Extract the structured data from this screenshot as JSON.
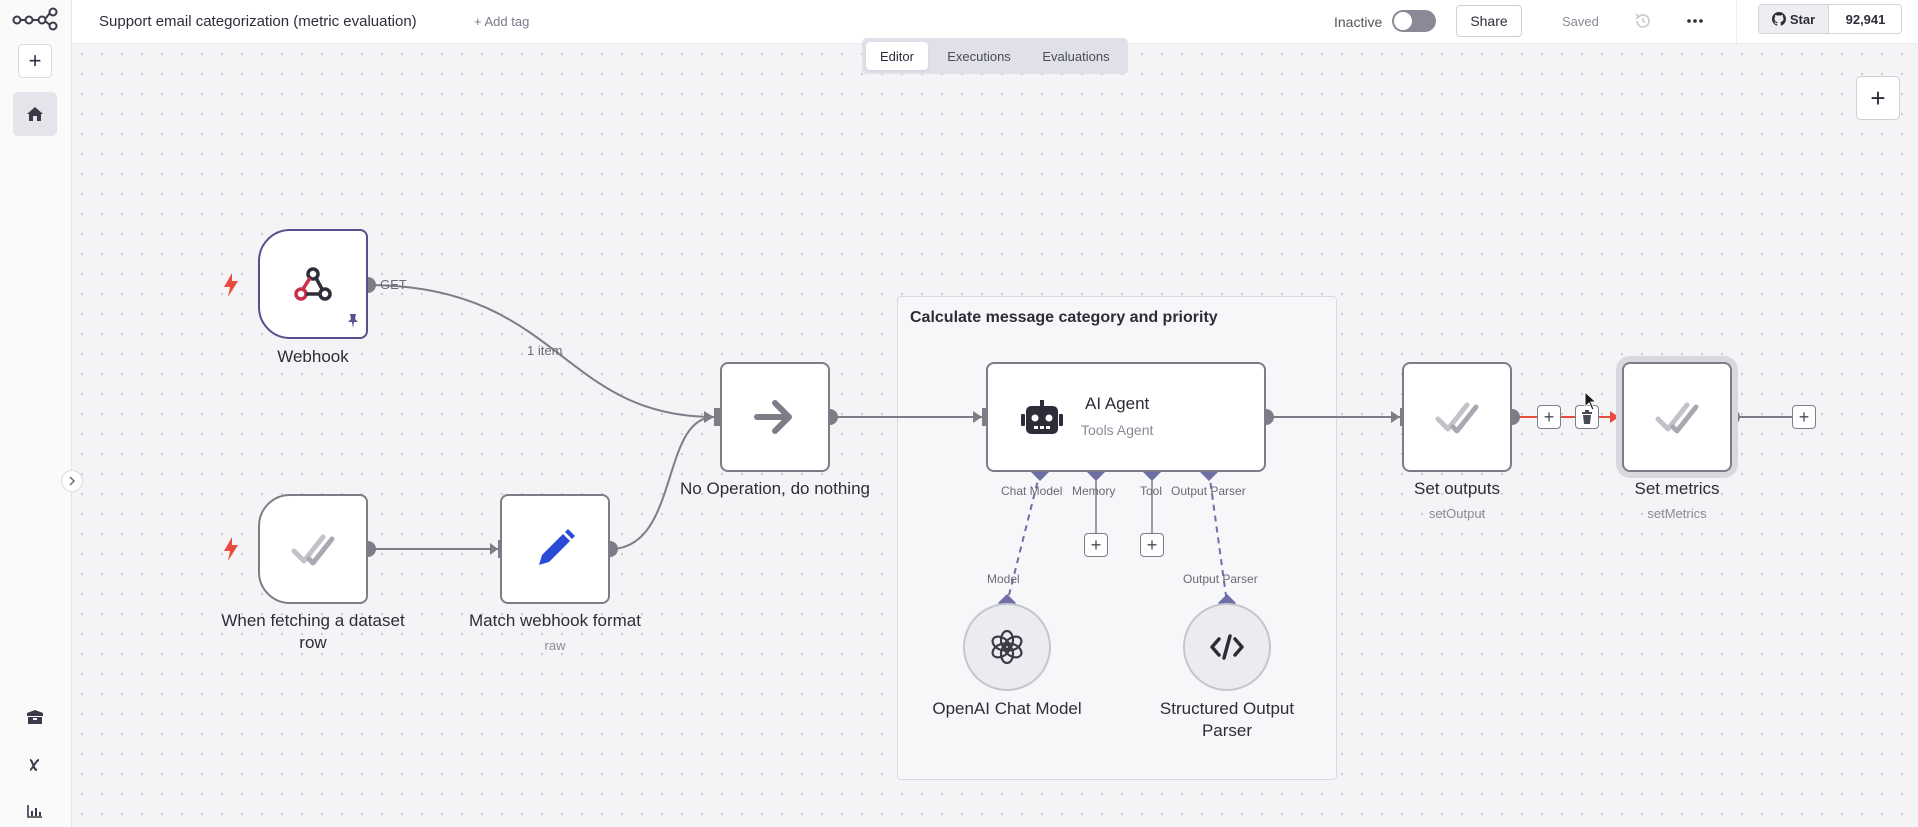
{
  "header": {
    "workflow_title": "Support email categorization (metric evaluation)",
    "add_tag": "+ Add tag",
    "status_label": "Inactive",
    "share_label": "Share",
    "saved_label": "Saved",
    "github_star_label": "Star",
    "github_star_count": "92,941"
  },
  "tabs": [
    {
      "label": "Editor",
      "active": true
    },
    {
      "label": "Executions",
      "active": false
    },
    {
      "label": "Evaluations",
      "active": false
    }
  ],
  "sticky_note": {
    "title": "Calculate message category and priority"
  },
  "nodes": {
    "webhook": {
      "label": "Webhook",
      "icon": "webhook-icon"
    },
    "dataset_trigger": {
      "label_line1": "When fetching a dataset",
      "label_line2": "row",
      "icon": "check-icon"
    },
    "match_format": {
      "label": "Match webhook format",
      "sub": "raw",
      "icon": "pencil-icon"
    },
    "noop": {
      "label": "No Operation, do nothing",
      "icon": "arrow-right-icon"
    },
    "ai_agent": {
      "label": "AI Agent",
      "sub": "Tools Agent",
      "icon": "robot-icon"
    },
    "set_outputs": {
      "label": "Set outputs",
      "sub": "setOutput",
      "icon": "check-icon"
    },
    "set_metrics": {
      "label": "Set metrics",
      "sub": "setMetrics",
      "icon": "check-icon"
    },
    "openai_model": {
      "label": "OpenAI Chat Model",
      "icon": "openai-icon"
    },
    "structured_parser": {
      "label_line1": "Structured Output",
      "label_line2": "Parser",
      "icon": "code-icon"
    }
  },
  "edge_labels": {
    "webhook_method": "GET",
    "item_count": "1 item"
  },
  "agent_ports": {
    "chat_model": "Chat Model",
    "memory": "Memory",
    "tool": "Tool",
    "output_parser": "Output Parser"
  },
  "sub_ports": {
    "model": "Model",
    "output_parser": "Output Parser"
  },
  "colors": {
    "accent_purple": "#6f6fa8",
    "trigger_bolt": "#ea4b3f",
    "pencil_blue": "#2a4bd7",
    "delete_edge": "#ea4b3f"
  }
}
